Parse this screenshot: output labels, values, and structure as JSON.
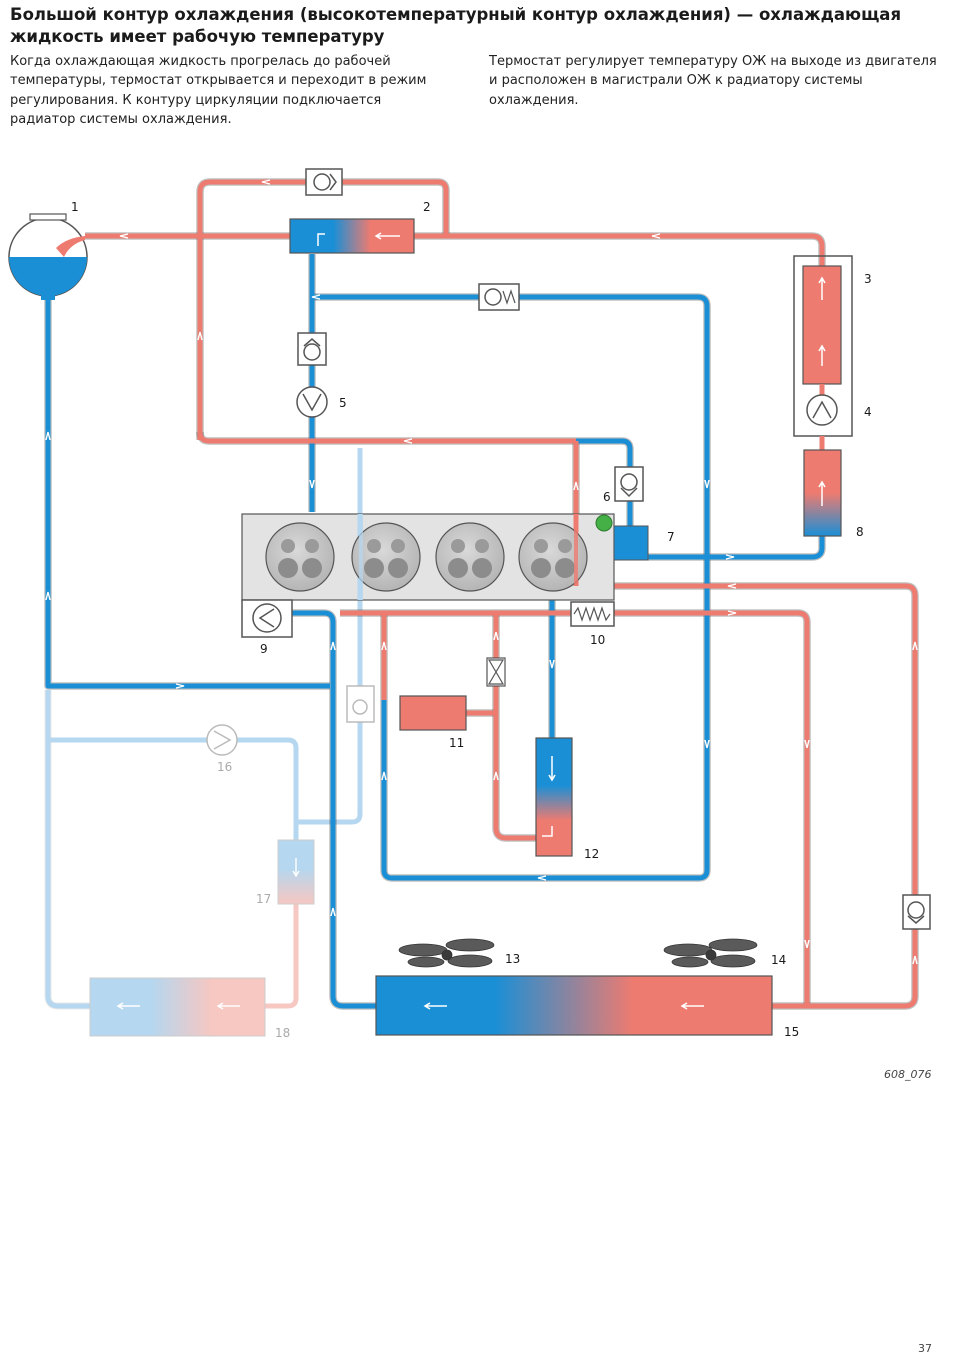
{
  "page": {
    "title": "Большой контур охлаждения (высокотемпературный контур охлаждения) — охлаждающая жидкость имеет рабочую температуру",
    "paragraph_left": "Когда охлаждающая жидкость прогрелась до рабочей температуры, термостат открывается и переходит в режим регулирования. К контуру циркуляции подключается радиатор системы охлаждения.",
    "paragraph_right": "Термостат регулирует температуру ОЖ на выходе из двигателя и расположен в магистрали ОЖ к радиатору системы охлаждения.",
    "figure_id": "608_076",
    "page_number": "37"
  },
  "diagram": {
    "colors": {
      "hot": "#ee7b70",
      "cold": "#1a8fd6",
      "hot_faded": "#f7c7c1",
      "cold_faded": "#b5d7ef",
      "outline": "#555555",
      "engine_block": "#e3e3e3",
      "thermostat_indicator": "#45b045"
    },
    "labels": {
      "l1": "1",
      "l2": "2",
      "l3": "3",
      "l4": "4",
      "l5": "5",
      "l6": "6",
      "l7": "7",
      "l8": "8",
      "l9": "9",
      "l10": "10",
      "l11": "11",
      "l12": "12",
      "l13": "13",
      "l14": "14",
      "l15": "15",
      "l16": "16",
      "l17": "17",
      "l18": "18"
    }
  }
}
